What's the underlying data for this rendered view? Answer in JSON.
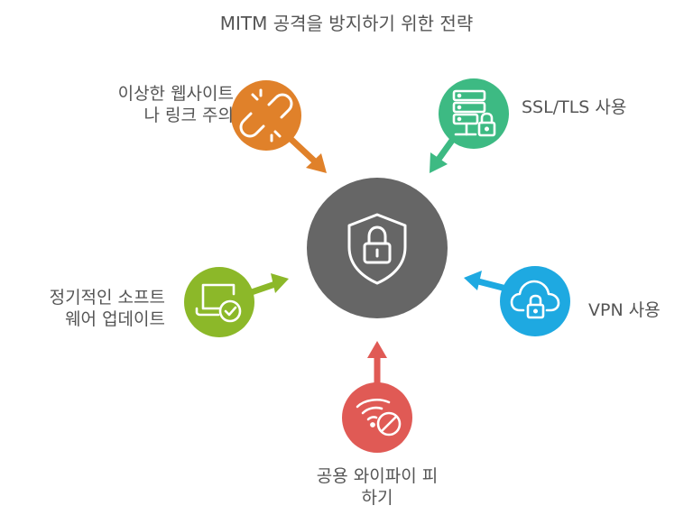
{
  "title": "MITM 공격을 방지하기 위한 전략",
  "center": {
    "icon": "shield-lock-icon",
    "color": "#666666"
  },
  "nodes": [
    {
      "id": "suspicious-links",
      "label_lines": [
        "이상한 웹사이트",
        "나 링크 주의"
      ],
      "color": "#e0812a",
      "icon": "broken-link-icon"
    },
    {
      "id": "ssl-tls",
      "label_lines": [
        "SSL/TLS 사용"
      ],
      "color": "#3dba83",
      "icon": "secure-server-icon"
    },
    {
      "id": "software-update",
      "label_lines": [
        "정기적인 소프트",
        "웨어 업데이트"
      ],
      "color": "#8cb829",
      "icon": "laptop-check-icon"
    },
    {
      "id": "vpn",
      "label_lines": [
        "VPN 사용"
      ],
      "color": "#1ea9e1",
      "icon": "cloud-lock-icon"
    },
    {
      "id": "public-wifi",
      "label_lines": [
        "공용 와이파이 피",
        "하기"
      ],
      "color": "#e05a55",
      "icon": "wifi-blocked-icon"
    }
  ]
}
